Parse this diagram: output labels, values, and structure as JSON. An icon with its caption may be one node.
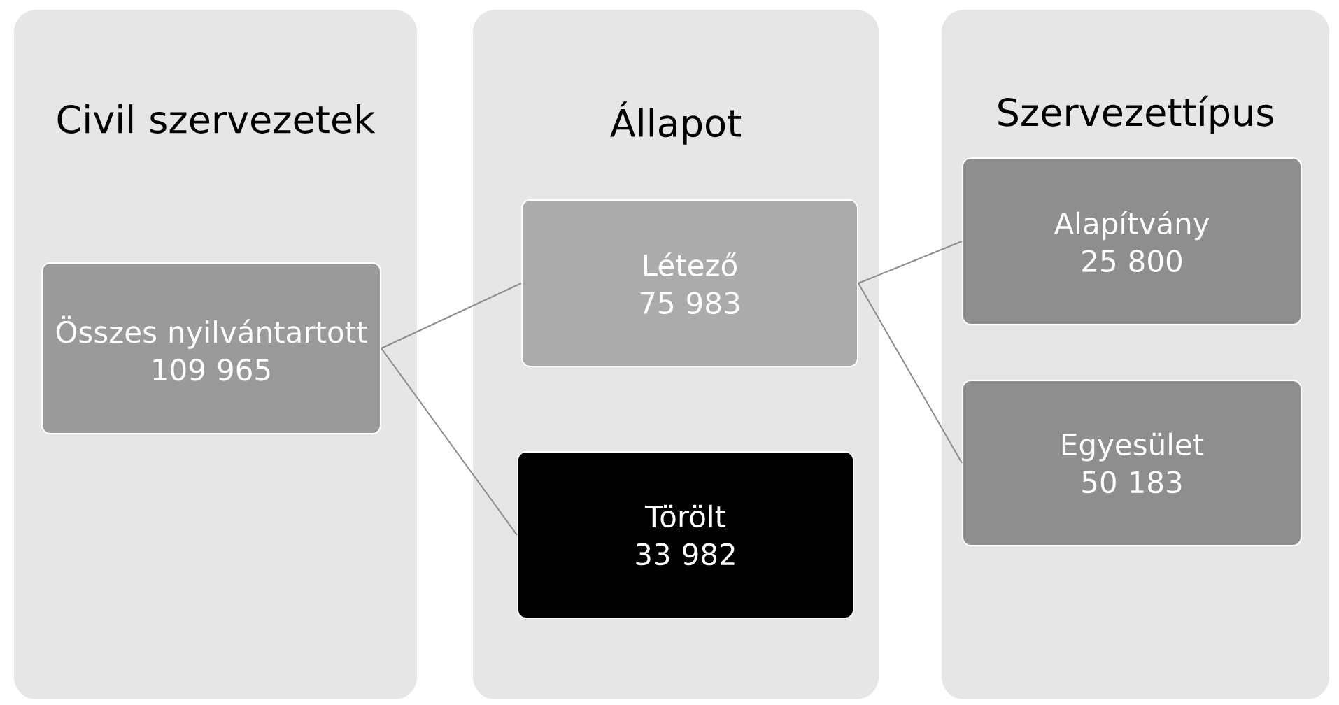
{
  "diagram": {
    "nodes": [
      {
        "text": [
          "Civil szervezetek"
        ]
      },
      {
        "text": [
          "Összes nyilvántartott",
          "109 965"
        ],
        "in": 0
      },
      {
        "text": [
          "Állapot"
        ]
      },
      {
        "text": [
          "Létező",
          "75 983"
        ],
        "in": 2
      },
      {
        "text": [
          "Törölt",
          "33 982"
        ],
        "in": 2
      },
      {
        "text": [
          "Szervezettípus"
        ]
      },
      {
        "text": [
          "Alapítvány",
          "25 800"
        ],
        "in": 5
      },
      {
        "text": [
          "Egyesület",
          "50 183"
        ],
        "in": 5
      }
    ],
    "edges": [
      {
        "from": 1,
        "to": 3,
        "arrow": "none"
      },
      {
        "from": 1,
        "to": 4,
        "arrow": "none"
      },
      {
        "from": 3,
        "to": 6,
        "arrow": "none"
      },
      {
        "from": 3,
        "to": 7,
        "arrow": "none"
      }
    ]
  }
}
